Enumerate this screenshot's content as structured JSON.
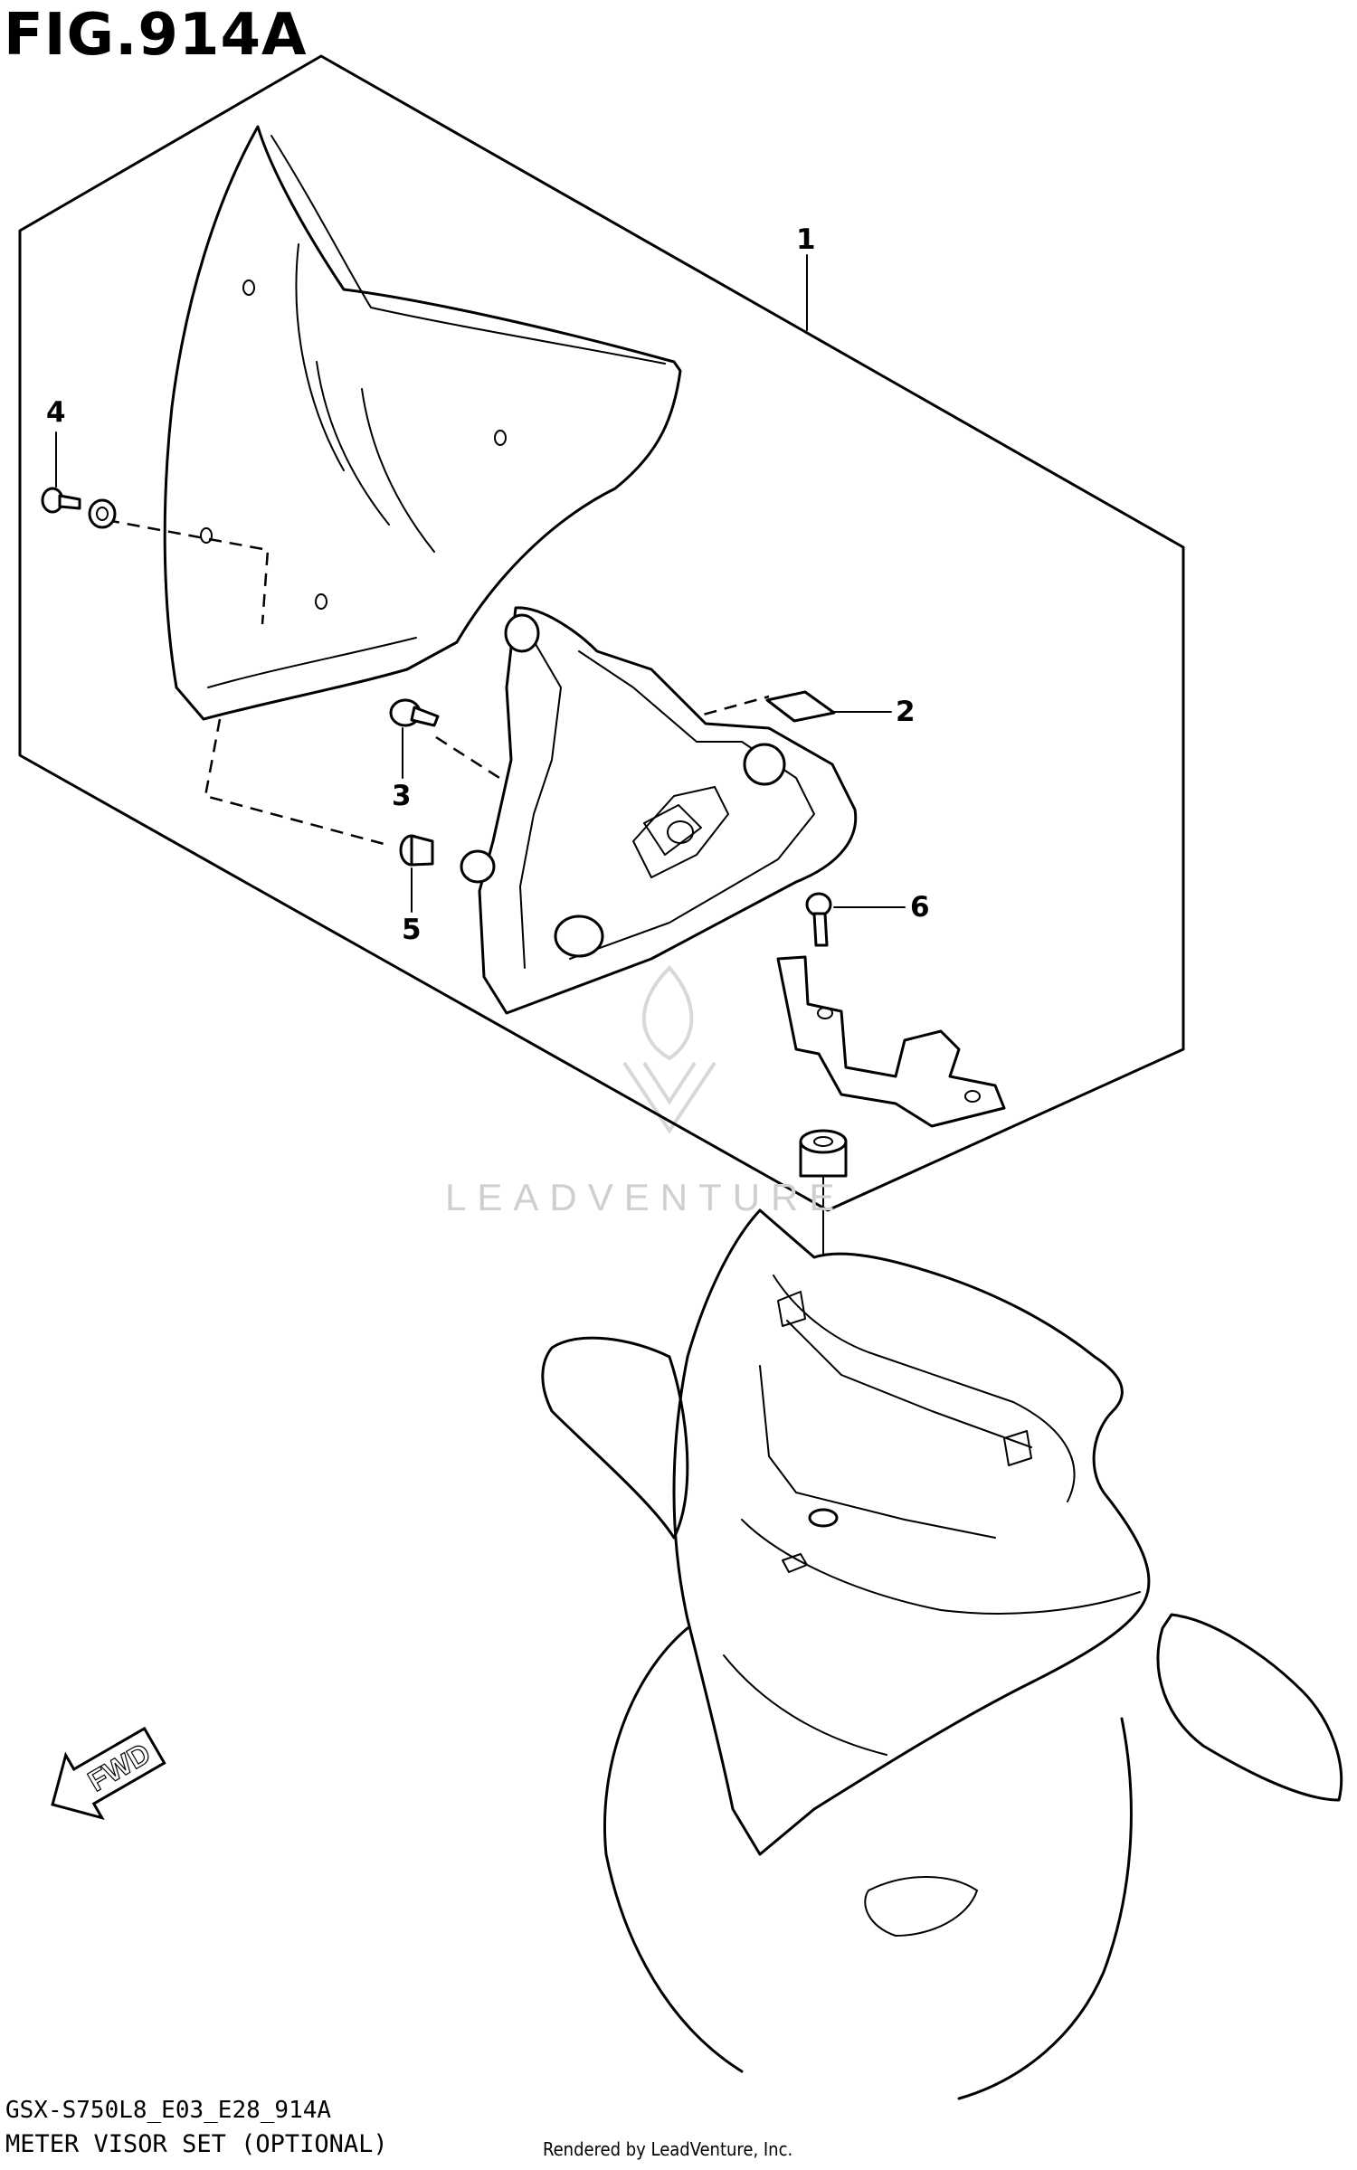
{
  "figure": {
    "title": "FIG.914A",
    "code": "GSX-S750L8_E03_E28_914A",
    "caption": "METER VISOR SET (OPTIONAL)",
    "credit": "Rendered by LeadVenture, Inc.",
    "watermark": "LEADVENTURE"
  },
  "callouts": [
    "1",
    "2",
    "3",
    "4",
    "5",
    "6"
  ],
  "direction_badge": {
    "label": "FWD",
    "icon": "forward-arrow-icon"
  }
}
